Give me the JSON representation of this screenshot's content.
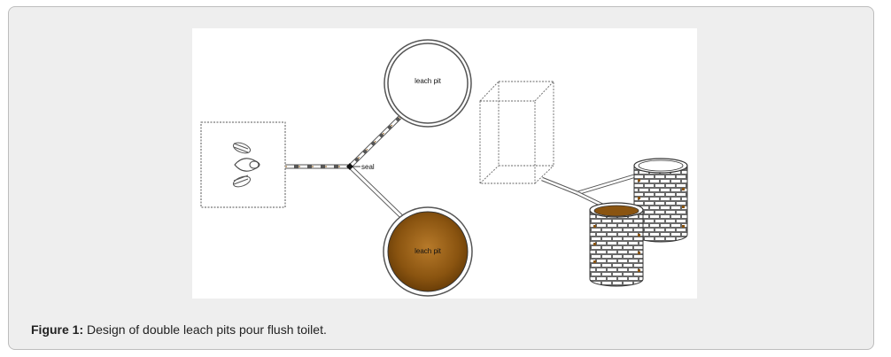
{
  "figure": {
    "caption_label": "Figure 1:",
    "caption_text": " Design of double leach pits pour flush toilet."
  },
  "diagram": {
    "pit_top_label": "leach pit",
    "pit_bottom_label": "leach pit",
    "seal_label": "seal",
    "colors": {
      "sludge": "#8a5410",
      "sludge_light": "#b77a2a",
      "outline": "#333333"
    }
  }
}
